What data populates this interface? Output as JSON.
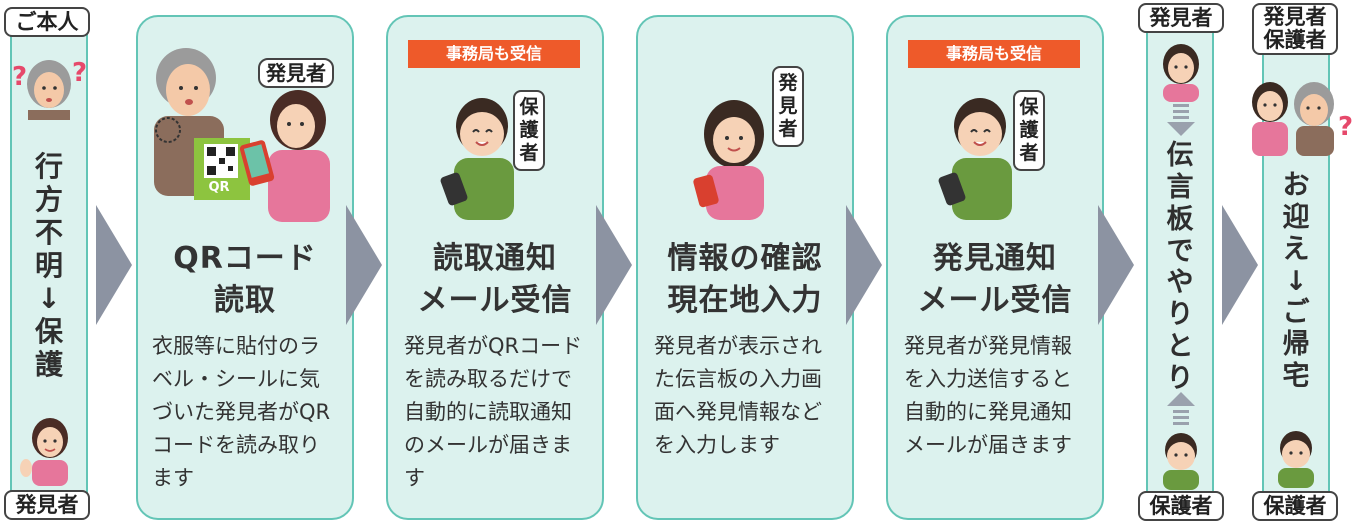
{
  "left_column": {
    "top_label": "ご本人",
    "vertical_text": [
      "行",
      "方",
      "不",
      "明",
      "↓",
      "保",
      "護"
    ],
    "bottom_label": "発見者"
  },
  "steps": [
    {
      "title_lines": [
        "QRコード",
        "読取"
      ],
      "body": "衣服等に貼付のラベル・シールに気づいた発見者がQRコードを読み取ります",
      "badge": "発見者",
      "qr_label": "QR"
    },
    {
      "banner": "事務局も受信",
      "title_lines": [
        "読取通知",
        "メール受信"
      ],
      "body": "発見者がQRコードを読み取るだけで自動的に読取通知のメールが届きます",
      "badge": [
        "保",
        "護",
        "者"
      ]
    },
    {
      "title_lines": [
        "情報の確認",
        "現在地入力"
      ],
      "body": "発見者が表示された伝言板の入力画面へ発見情報などを入力します",
      "badge": [
        "発",
        "見",
        "者"
      ]
    },
    {
      "banner": "事務局も受信",
      "title_lines": [
        "発見通知",
        "メール受信"
      ],
      "body": "発見者が発見情報を入力送信すると自動的に発見通知メールが届きます",
      "badge": [
        "保",
        "護",
        "者"
      ]
    }
  ],
  "message_board": {
    "top_label": "発見者",
    "vertical_text": [
      "伝",
      "言",
      "板",
      "で",
      "や",
      "り",
      "と",
      "り"
    ],
    "bottom_label": "保護者"
  },
  "right_column": {
    "top_label_lines": [
      "発見者",
      "保護者"
    ],
    "vertical_text": [
      "お",
      "迎",
      "え",
      "↓",
      "ご",
      "帰",
      "宅"
    ],
    "bottom_label": "保護者"
  },
  "colors": {
    "panel_fill": "#dcf2ee",
    "panel_border": "#63c5b6",
    "banner": "#ee5a2a",
    "chevron": "#8c93a2"
  }
}
